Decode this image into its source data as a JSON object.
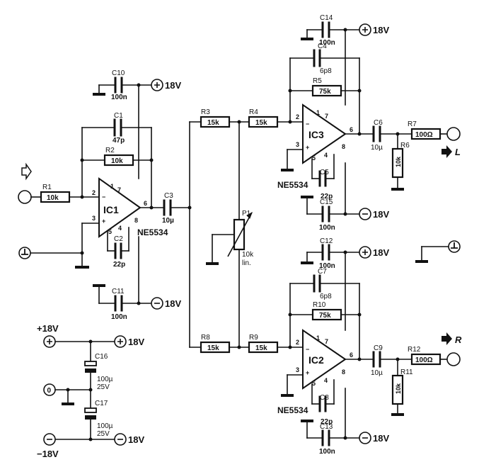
{
  "rails": {
    "pos": "18V",
    "neg": "18V",
    "in_pos": "+18V",
    "in_neg": "−18V",
    "zero": "0"
  },
  "ics": {
    "ic1": {
      "name": "IC1",
      "type": "NE5534"
    },
    "ic2": {
      "name": "IC2",
      "type": "NE5534"
    },
    "ic3": {
      "name": "IC3",
      "type": "NE5534"
    }
  },
  "pins": {
    "p1": "1",
    "p2": "2",
    "p3": "3",
    "p4": "4",
    "p5": "5",
    "p6": "6",
    "p7": "7",
    "p8": "8"
  },
  "opamp_signs": {
    "minus": "−",
    "plus": "+"
  },
  "components": {
    "R1": {
      "ref": "R1",
      "value": "10k"
    },
    "R2": {
      "ref": "R2",
      "value": "10k"
    },
    "R3": {
      "ref": "R3",
      "value": "15k"
    },
    "R4": {
      "ref": "R4",
      "value": "15k"
    },
    "R5": {
      "ref": "R5",
      "value": "75k"
    },
    "R6": {
      "ref": "R6",
      "value": "10k"
    },
    "R7": {
      "ref": "R7",
      "value": "100Ω"
    },
    "R8": {
      "ref": "R8",
      "value": "15k"
    },
    "R9": {
      "ref": "R9",
      "value": "15k"
    },
    "R10": {
      "ref": "R10",
      "value": "75k"
    },
    "R11": {
      "ref": "R11",
      "value": "10k"
    },
    "R12": {
      "ref": "R12",
      "value": "100Ω"
    },
    "P1": {
      "ref": "P1",
      "value": "10k",
      "note": "lin."
    },
    "C1": {
      "ref": "C1",
      "value": "47p"
    },
    "C2": {
      "ref": "C2",
      "value": "22p"
    },
    "C3": {
      "ref": "C3",
      "value": "10µ"
    },
    "C4": {
      "ref": "C4",
      "value": "6p8"
    },
    "C5": {
      "ref": "C5",
      "value": "22p"
    },
    "C6": {
      "ref": "C6",
      "value": "10µ"
    },
    "C7": {
      "ref": "C7",
      "value": "6p8"
    },
    "C8": {
      "ref": "C8",
      "value": "22p"
    },
    "C9": {
      "ref": "C9",
      "value": "10µ"
    },
    "C10": {
      "ref": "C10",
      "value": "100n"
    },
    "C11": {
      "ref": "C11",
      "value": "100n"
    },
    "C12": {
      "ref": "C12",
      "value": "100n"
    },
    "C13": {
      "ref": "C13",
      "value": "100n"
    },
    "C14": {
      "ref": "C14",
      "value": "100n"
    },
    "C15": {
      "ref": "C15",
      "value": "100n"
    },
    "C16": {
      "ref": "C16",
      "value": "100µ",
      "voltage": "25V"
    },
    "C17": {
      "ref": "C17",
      "value": "100µ",
      "voltage": "25V"
    }
  },
  "outputs": {
    "left": "L",
    "right": "R"
  }
}
